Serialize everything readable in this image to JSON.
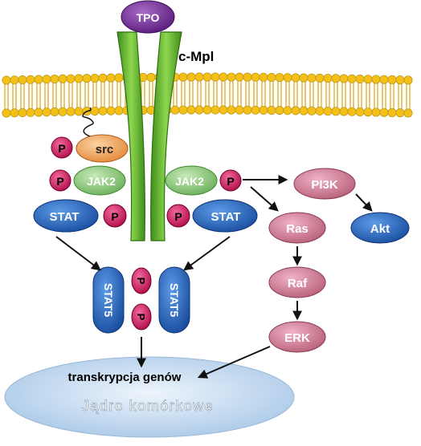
{
  "ligand": "TPO",
  "receptor": "c-Mpl",
  "kinases": {
    "src": "src",
    "jak2_left": "JAK2",
    "jak2_right": "JAK2",
    "pi3k": "PI3K",
    "akt": "Akt",
    "ras": "Ras",
    "raf": "Raf",
    "erk": "ERK"
  },
  "phospho": "P",
  "stat_left": "STAT",
  "stat_right": "STAT",
  "stat5_left": "STAT5",
  "stat5_right": "STAT5",
  "transcription": "transkrypcja genów",
  "nucleus": "Jądro komórkowe",
  "colors": {
    "membrane": "#f2c018",
    "receptor": "#5aae28",
    "tpo": "#7b2f9c",
    "phospho": "#d8145c",
    "src": "#f4a45a",
    "jak2": "#9bd38a",
    "stat": "#2767c4",
    "pathway": "#c67888",
    "akt": "#2767c4",
    "nucleus": "#cfe2f3"
  }
}
